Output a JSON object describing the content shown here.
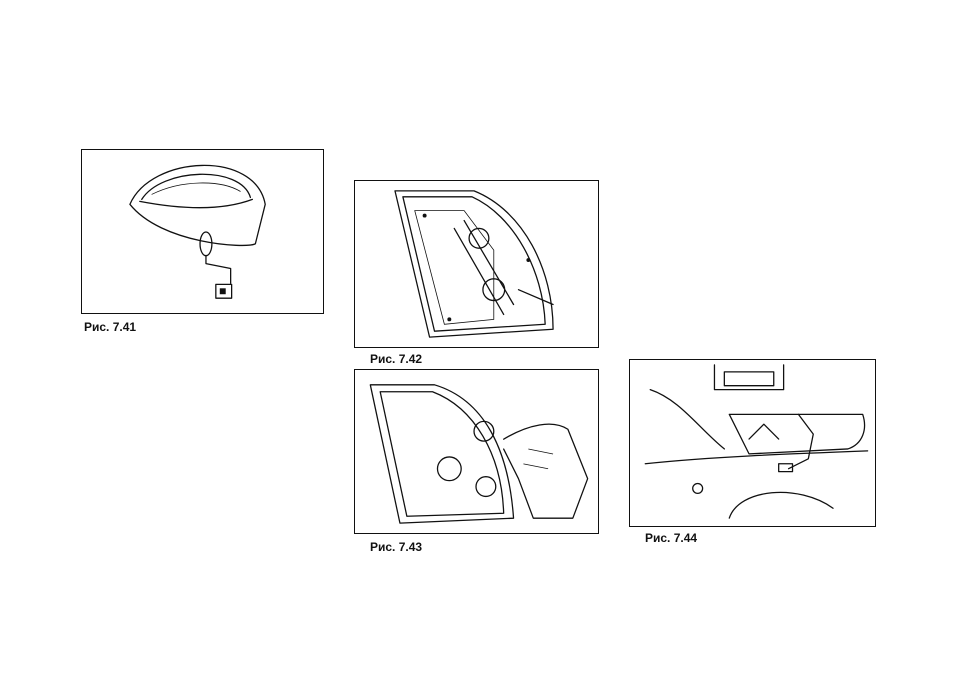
{
  "figures": [
    {
      "id": "7.41",
      "caption": "Рис. 7.41"
    },
    {
      "id": "7.42",
      "caption": "Рис. 7.42"
    },
    {
      "id": "7.43",
      "caption": "Рис. 7.43"
    },
    {
      "id": "7.44",
      "caption": "Рис. 7.44"
    }
  ]
}
